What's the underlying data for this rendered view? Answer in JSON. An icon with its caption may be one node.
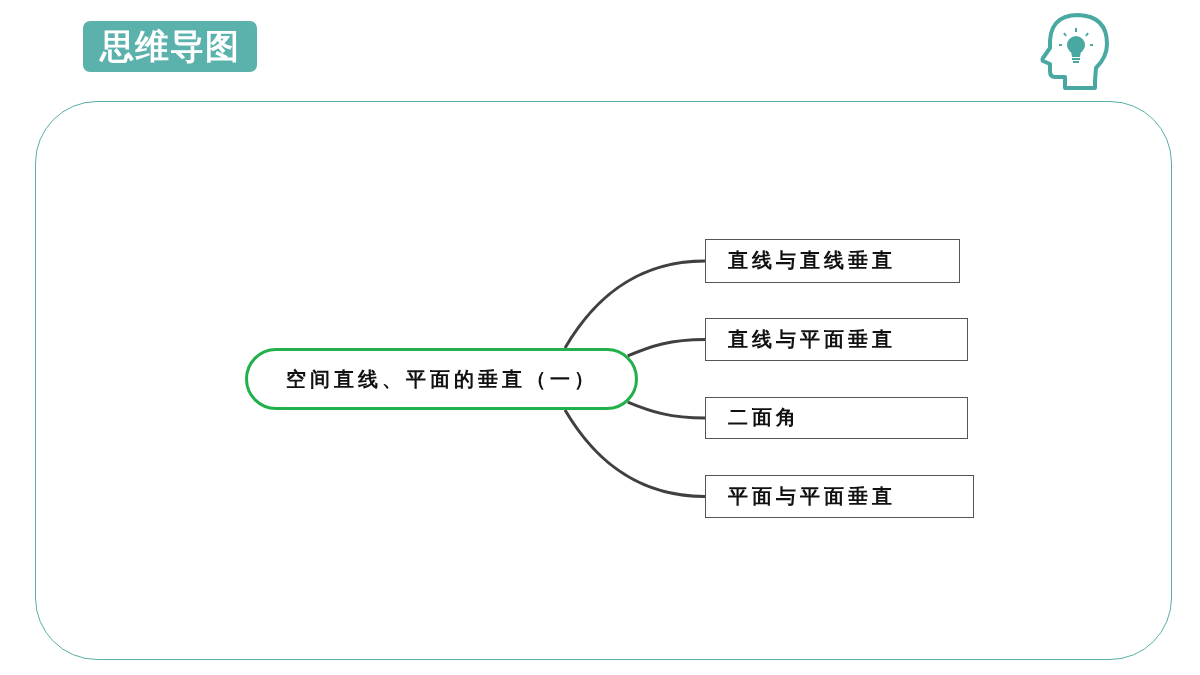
{
  "diagram": {
    "title": "思维导图",
    "nodes": [
      {
        "text": [
          "空间直线、平面的垂直（一）"
        ]
      },
      {
        "text": [
          "直线与直线垂直"
        ]
      },
      {
        "text": [
          "直线与平面垂直"
        ]
      },
      {
        "text": [
          "二面角"
        ]
      },
      {
        "text": [
          "平面与平面垂直"
        ]
      }
    ],
    "edges": [
      {
        "from": 0,
        "to": 1,
        "arrow": "none"
      },
      {
        "from": 0,
        "to": 2,
        "arrow": "none"
      },
      {
        "from": 0,
        "to": 3,
        "arrow": "none"
      },
      {
        "from": 0,
        "to": 4,
        "arrow": "none"
      }
    ]
  }
}
